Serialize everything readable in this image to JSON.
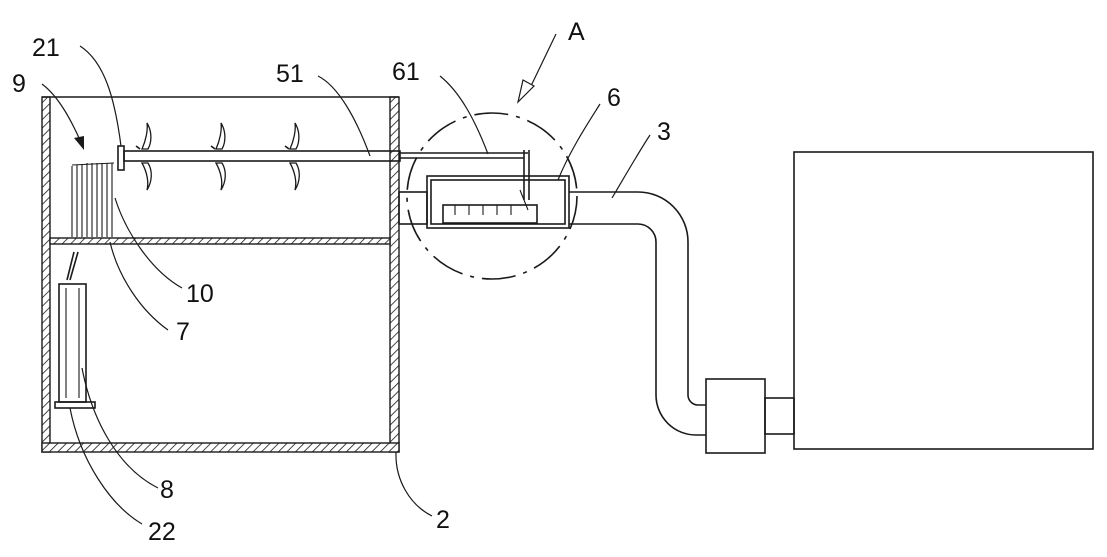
{
  "labels": {
    "label_21": "21",
    "label_9": "9",
    "label_51": "51",
    "label_61": "61",
    "label_A": "A",
    "label_6": "6",
    "label_3": "3",
    "label_10": "10",
    "label_7": "7",
    "label_8": "8",
    "label_22": "22",
    "label_2": "2"
  }
}
